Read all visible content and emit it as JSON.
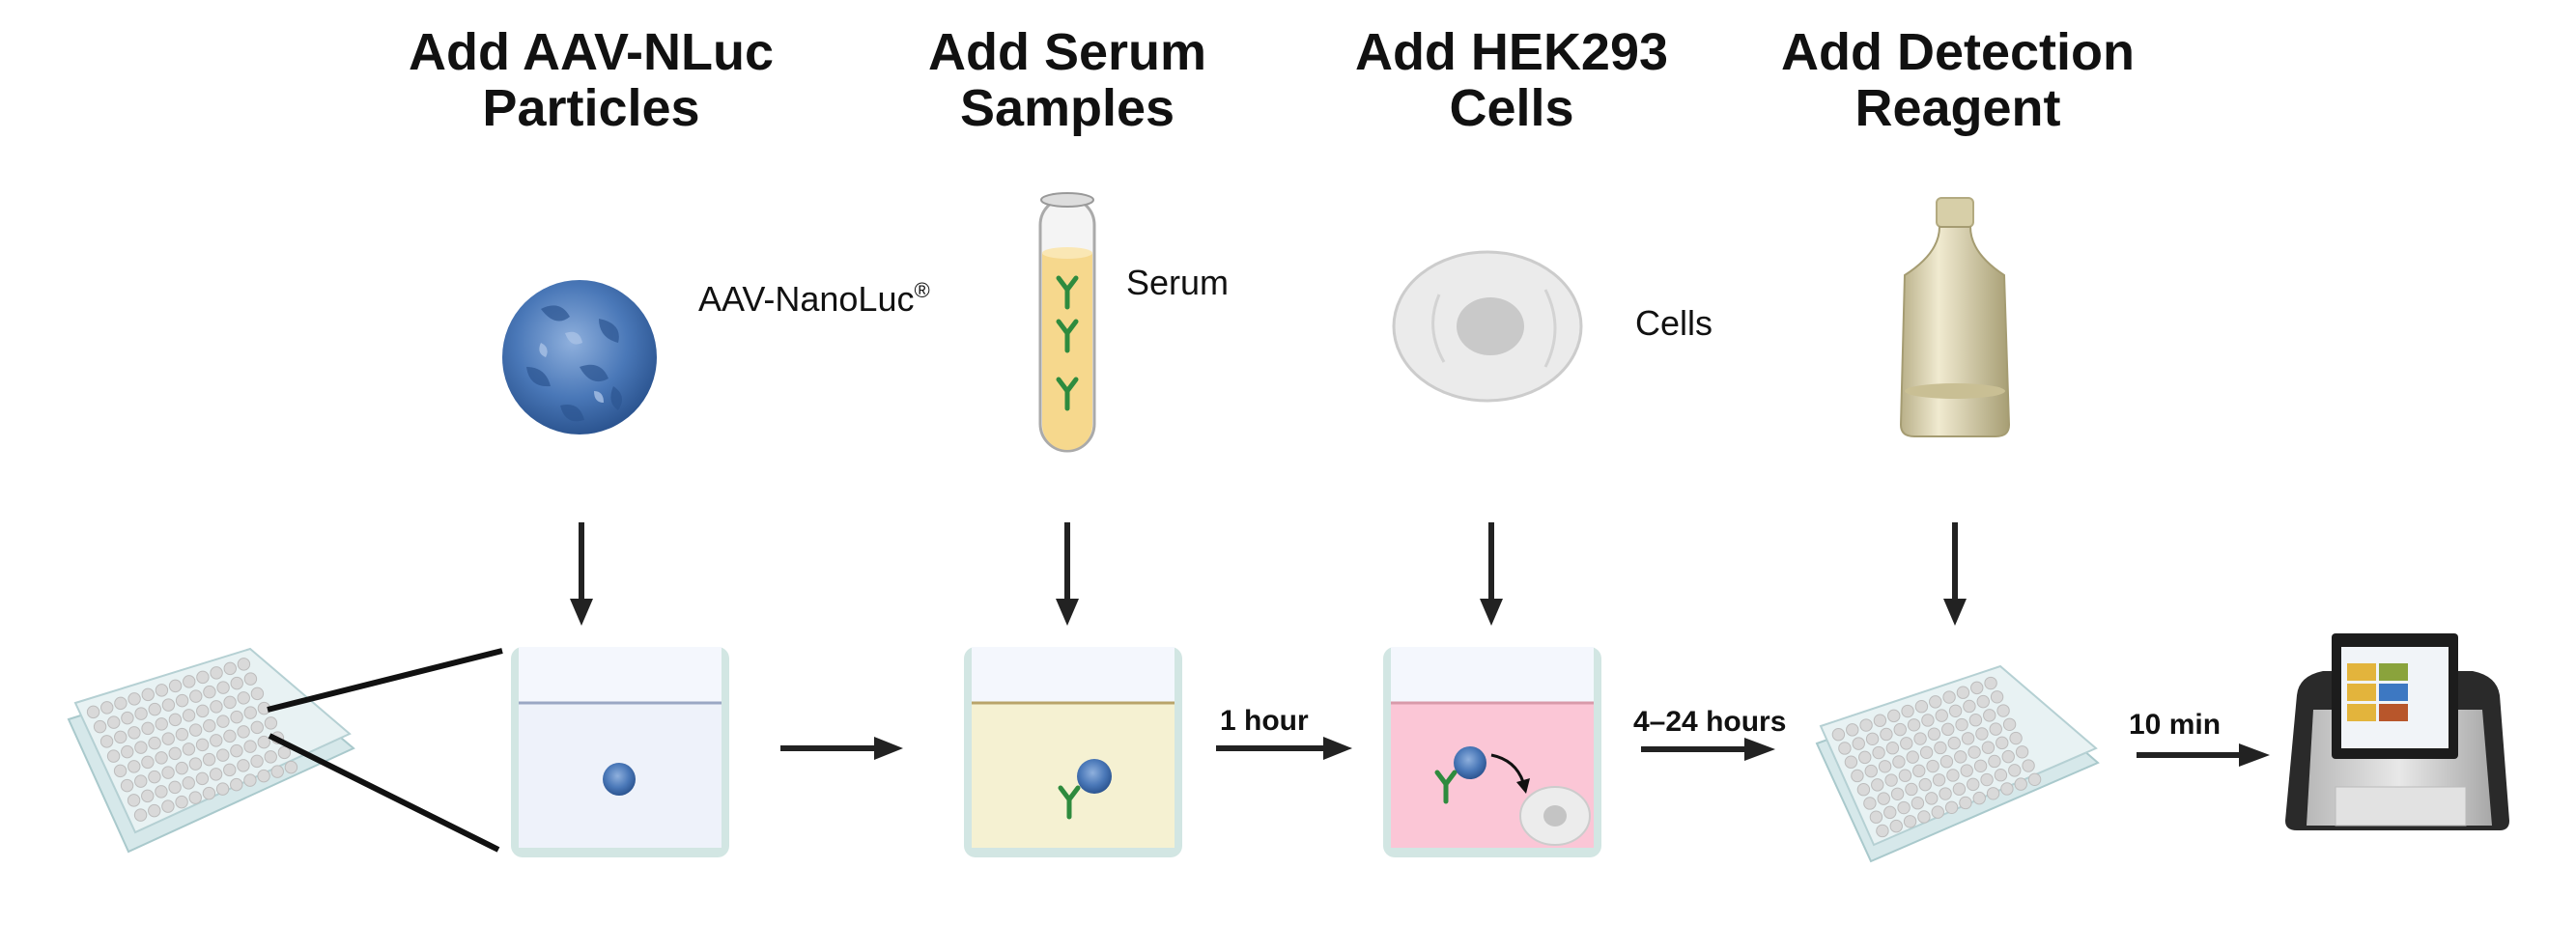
{
  "steps": [
    {
      "title_line1": "Add AAV-NLuc",
      "title_line2": "Particles",
      "reagent_label": "AAV-NanoLuc",
      "reagent_mark": "®",
      "icon": "aav-particle-icon"
    },
    {
      "title_line1": "Add Serum",
      "title_line2": "Samples",
      "reagent_label": "Serum",
      "icon": "serum-tube-icon"
    },
    {
      "title_line1": "Add HEK293",
      "title_line2": "Cells",
      "reagent_label": "Cells",
      "icon": "cell-icon"
    },
    {
      "title_line1": "Add Detection",
      "title_line2": "Reagent",
      "icon": "reagent-bottle-icon"
    }
  ],
  "incubations": {
    "after_serum": "1 hour",
    "after_cells": "4–24 hours",
    "after_reagent": "10 min"
  },
  "colors": {
    "well_buffer": "#f1f4fb",
    "well_serum": "#f5f1d2",
    "well_media": "#fbc6d6",
    "virus": "#4a78b8",
    "antibody": "#2e8b3e",
    "arrow": "#222222"
  }
}
